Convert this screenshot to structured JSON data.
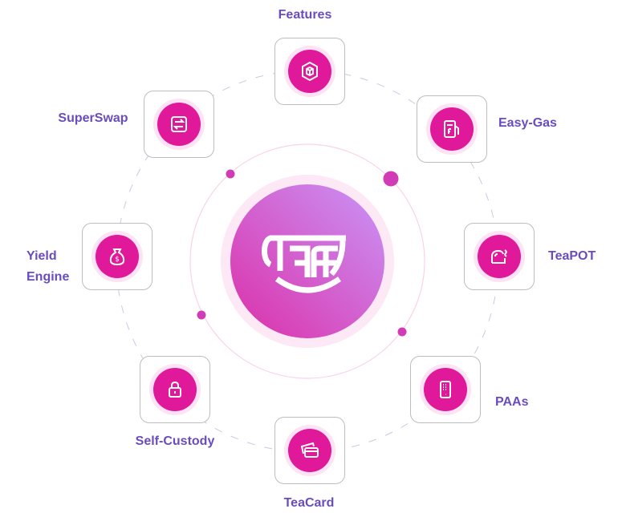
{
  "center": {
    "logo": "TEA cup logo",
    "icon": "teacup-logo-icon"
  },
  "features": [
    {
      "label": "Features",
      "icon": "cube-network-icon"
    },
    {
      "label": "Easy-Gas",
      "icon": "gas-pump-icon"
    },
    {
      "label": "TeaPOT",
      "icon": "teapot-icon"
    },
    {
      "label": "PAAs",
      "icon": "phone-keypad-icon"
    },
    {
      "label": "TeaCard",
      "icon": "card-icon"
    },
    {
      "label": "Self-Custody",
      "icon": "lock-icon"
    },
    {
      "label": "Yield Engine",
      "icon": "money-bag-icon"
    },
    {
      "label": "SuperSwap",
      "icon": "swap-icon"
    }
  ],
  "colors": {
    "accent": "#e0199a",
    "label": "#6a4cbf",
    "halo": "#fde3f3"
  }
}
